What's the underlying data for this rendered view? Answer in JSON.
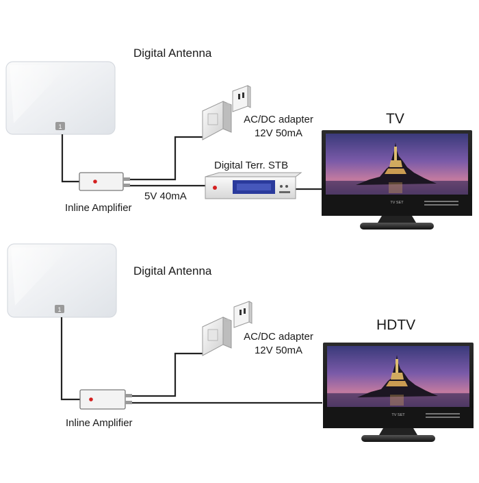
{
  "panels": [
    {
      "antenna_label": "Digital Antenna",
      "adapter_label_line1": "AC/DC adapter",
      "adapter_label_line2": "12V 50mA",
      "stb_label": "Digital Terr. STB",
      "power_label": "5V 40mA",
      "amplifier_label": "Inline Amplifier",
      "tv_label": "TV",
      "tv_brand": "TV SET"
    },
    {
      "antenna_label": "Digital Antenna",
      "adapter_label_line1": "AC/DC adapter",
      "adapter_label_line2": "12V 50mA",
      "amplifier_label": "Inline Amplifier",
      "tv_label": "HDTV",
      "tv_brand": "TV SET"
    }
  ],
  "icons": {
    "antenna_logo": "1-logo",
    "amplifier_led_color": "#d42020",
    "stb_led_color": "#d42020"
  }
}
